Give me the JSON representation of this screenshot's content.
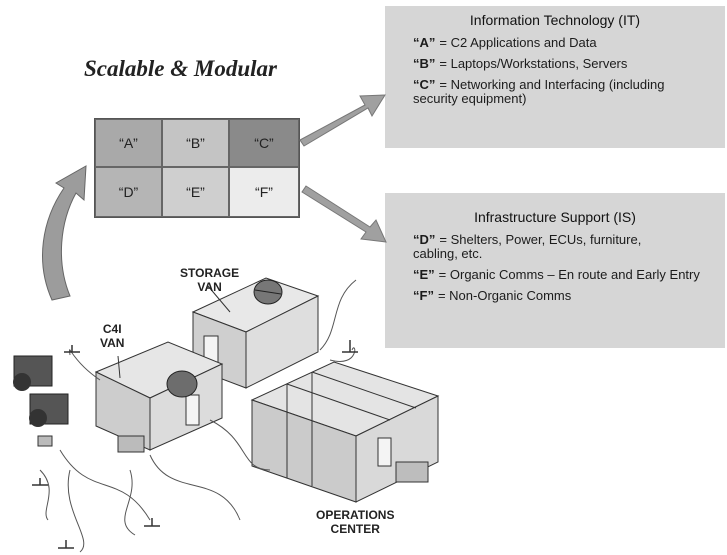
{
  "title": "Scalable & Modular",
  "grid": {
    "cells": [
      {
        "label": "“A”",
        "color": "#a9a9a9"
      },
      {
        "label": "“B”",
        "color": "#c4c4c4"
      },
      {
        "label": "“C”",
        "color": "#8a8a8a"
      },
      {
        "label": "“D”",
        "color": "#b5b5b5"
      },
      {
        "label": "“E”",
        "color": "#cfcfcf"
      },
      {
        "label": "“F”",
        "color": "#ececec"
      }
    ]
  },
  "it_panel": {
    "heading": "Information Technology (IT)",
    "items": [
      {
        "key": "“A”",
        "text": "= C2 Applications and Data"
      },
      {
        "key": "“B”",
        "text": "= Laptops/Workstations, Servers"
      },
      {
        "key": "“C”",
        "text": "=  Networking and Interfacing (including security equipment)"
      }
    ]
  },
  "is_panel": {
    "heading": "Infrastructure Support (IS)",
    "items": [
      {
        "key": "“D”",
        "text": "= Shelters, Power, ECUs, furniture, cabling, etc."
      },
      {
        "key": "“E”",
        "text": "= Organic Comms – En route and Early Entry"
      },
      {
        "key": "“F”",
        "text": "= Non-Organic Comms"
      }
    ]
  },
  "scene_labels": {
    "storage_van": [
      "STORAGE",
      "VAN"
    ],
    "c4i_van": [
      "C4I",
      "VAN"
    ],
    "operations_center": [
      "OPERATIONS",
      "CENTER"
    ]
  },
  "colors": {
    "panel_bg": "#d6d6d6",
    "arrow": "#a0a0a0",
    "shelter": "#d9d9d9"
  }
}
